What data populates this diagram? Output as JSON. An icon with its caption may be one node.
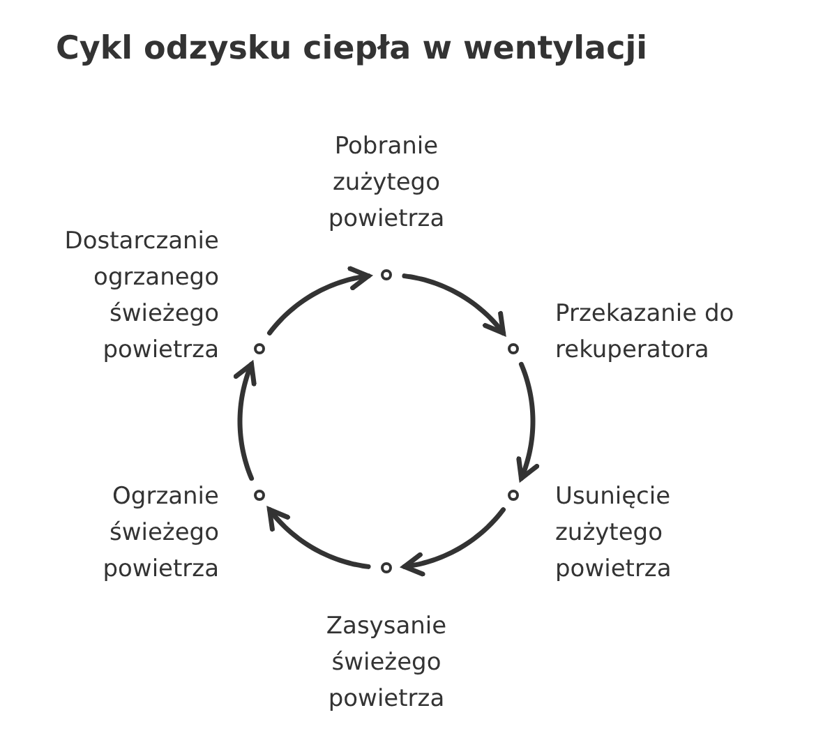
{
  "diagram": {
    "title": "Cykl odzysku ciepła w wentylacji",
    "nodes": [
      {
        "text": [],
        "shape": "circle",
        "beside": [
          "Pobranie zużytego powietrza"
        ]
      },
      {
        "text": [],
        "shape": "circle",
        "beside": [
          "Przekazanie do rekuperatora"
        ]
      },
      {
        "text": [],
        "shape": "circle",
        "beside": [
          "Usunięcie zużytego powietrza"
        ]
      },
      {
        "text": [],
        "shape": "circle",
        "beside": [
          "Zasysanie świeżego powietrza"
        ]
      },
      {
        "text": [],
        "shape": "circle",
        "beside": [
          "Ogrzanie świeżego powietrza"
        ]
      },
      {
        "text": [],
        "shape": "circle",
        "beside": [
          "Dostarczanie ogrzanego świeżego powietrza"
        ]
      }
    ],
    "edges": [
      {
        "from": 0,
        "to": 1,
        "arrow": "to"
      },
      {
        "from": 1,
        "to": 2,
        "arrow": "to"
      },
      {
        "from": 2,
        "to": 3,
        "arrow": "to"
      },
      {
        "from": 3,
        "to": 4,
        "arrow": "to"
      },
      {
        "from": 4,
        "to": 5,
        "arrow": "to"
      },
      {
        "from": 5,
        "to": 0,
        "arrow": "to"
      }
    ]
  }
}
